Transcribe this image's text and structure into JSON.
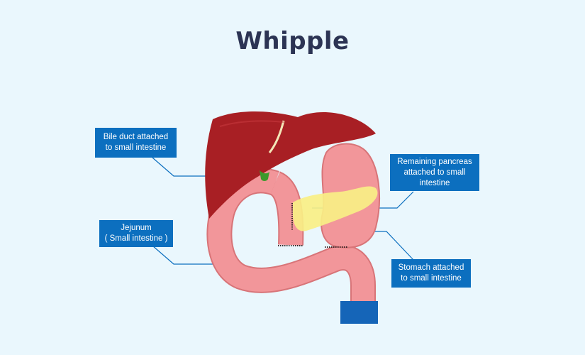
{
  "title": "Whipple",
  "labels": {
    "bile_duct": "Bile duct attached\nto small intestine",
    "jejunum": "Jejunum\n( Small intestine )",
    "pancreas": "Remaining pancreas\nattached to small\nintestine",
    "stomach": "Stomach attached\nto small intestine"
  },
  "colors": {
    "background": "#eaf7fd",
    "label_box": "#0c6fbf",
    "liver": "#a81f24",
    "intestine": "#f2969a",
    "pancreas": "#f8ef86",
    "bile_duct": "#3c9a2c",
    "exit_block": "#1565b8"
  }
}
